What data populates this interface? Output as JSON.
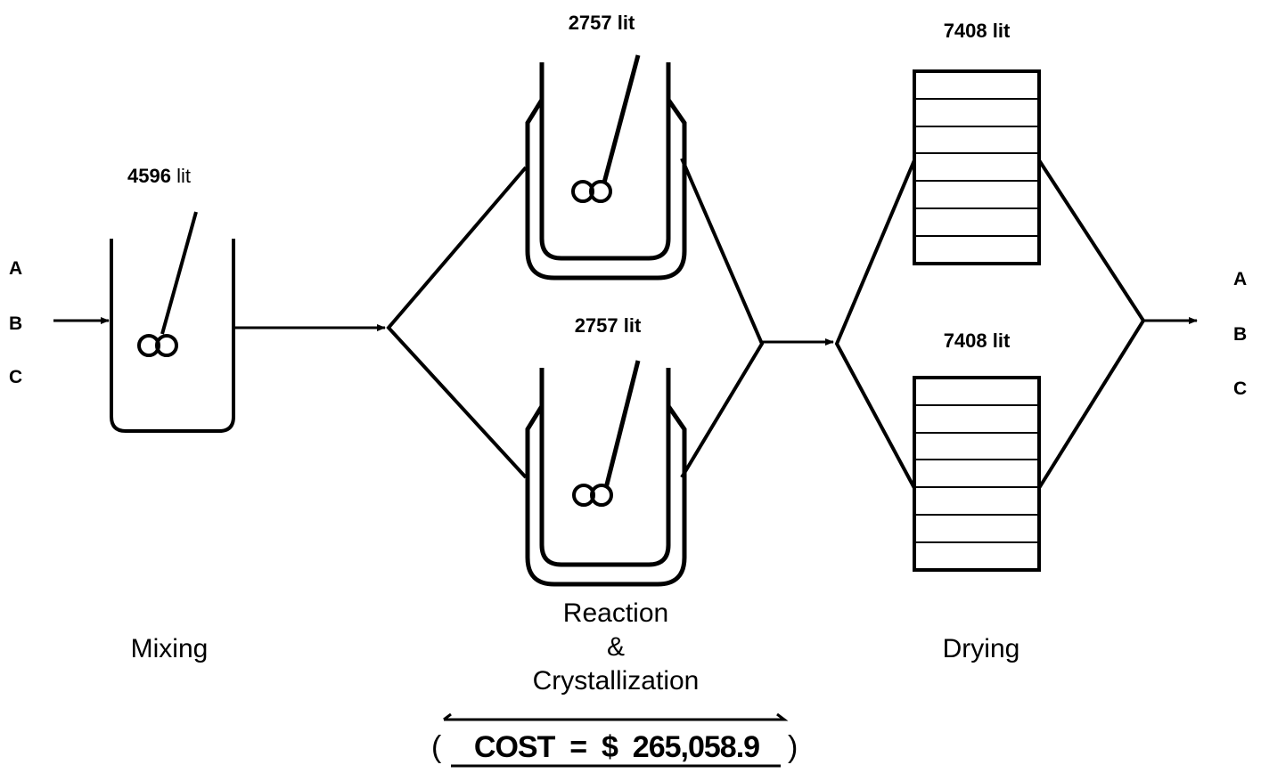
{
  "inputs": [
    "A",
    "B",
    "C"
  ],
  "outputs": [
    "A",
    "B",
    "C"
  ],
  "mixing": {
    "volume_value": "4596",
    "volume_unit": "lit",
    "stage_label": "Mixing"
  },
  "reaction": {
    "top_volume": "2757  lit",
    "bottom_volume": "2757  lit",
    "stage_label_lines": [
      "Reaction",
      "&",
      "Crystallization"
    ]
  },
  "drying": {
    "top_volume": "7408  lit",
    "bottom_volume": "7408  lit",
    "stage_label": "Drying"
  },
  "cost": {
    "open_paren": "(",
    "text": "COST  =  $  265,058.9",
    "close_paren": ")"
  },
  "colors": {
    "ink": "#000000",
    "background": "#ffffff"
  }
}
